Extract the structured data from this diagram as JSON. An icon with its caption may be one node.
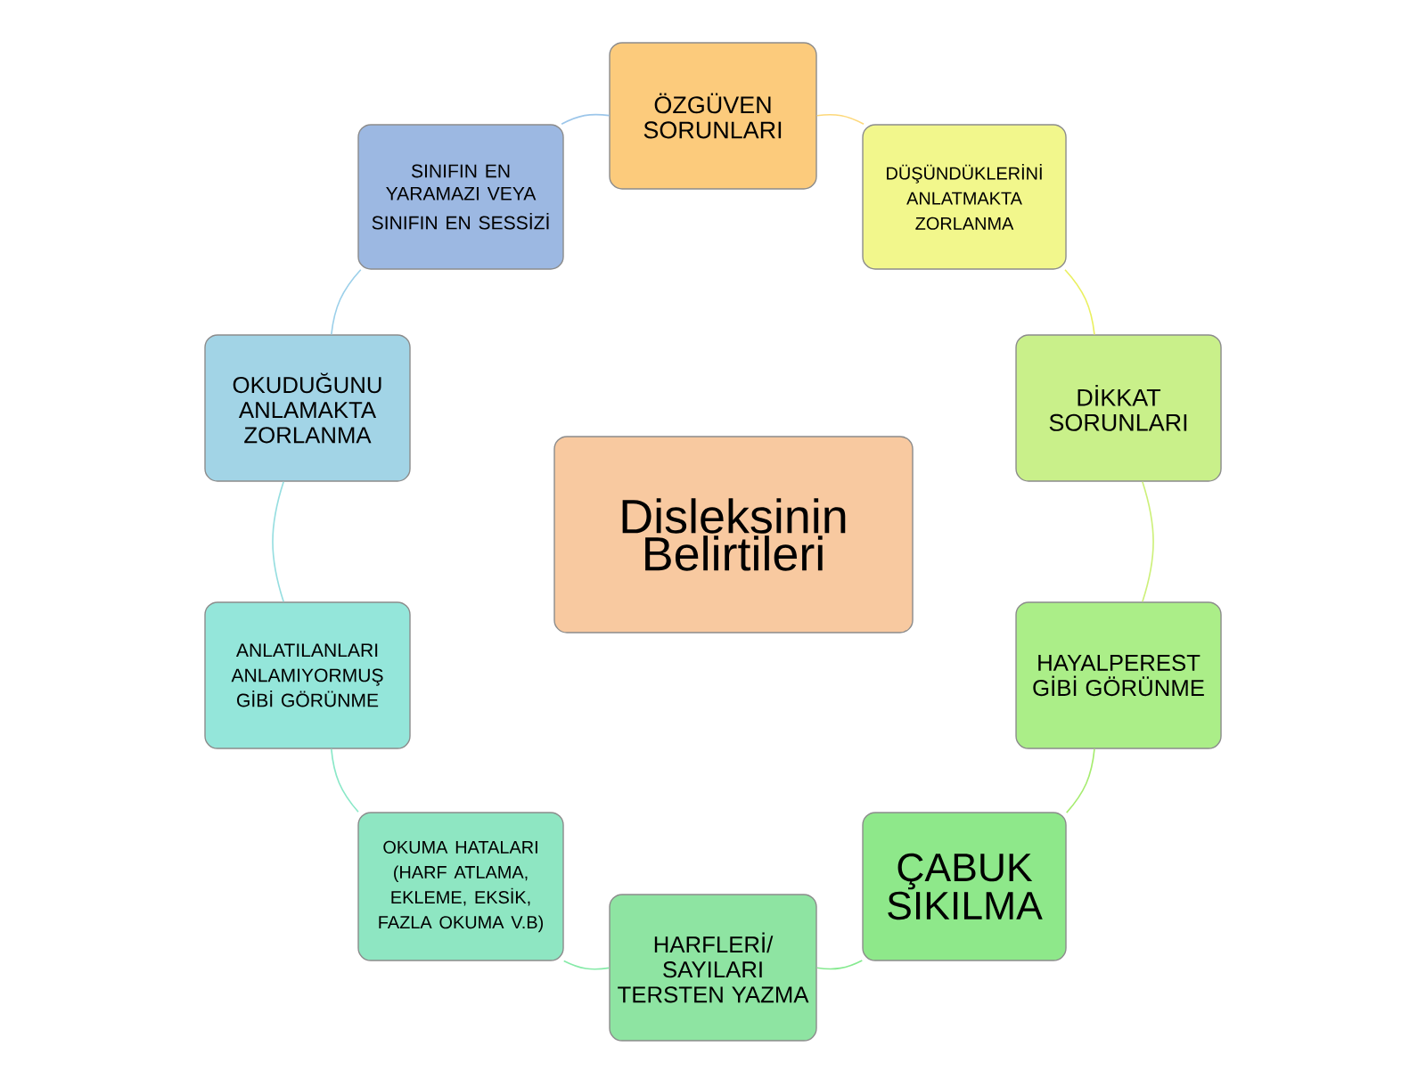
{
  "diagram": {
    "nodes": [
      {
        "text": [
          "Disleksinin Belirtileri"
        ]
      },
      {
        "text": [
          "ÖZGÜVEN SORUNLARI"
        ]
      },
      {
        "text": [
          "DÜŞÜNDÜKLERİNİ ANLATMAKTA ZORLANMA"
        ]
      },
      {
        "text": [
          "DİKKAT SORUNLARI"
        ]
      },
      {
        "text": [
          "HAYALPEREST GİBİ GÖRÜNME"
        ]
      },
      {
        "text": [
          "ÇABUK SIKILMA"
        ]
      },
      {
        "text": [
          "HARFLERİ/ SAYILARI TERSTEN YAZMA"
        ]
      },
      {
        "text": [
          "OKUMA HATALARI (HARF ATLAMA, EKLEME, EKSİK, FAZLA OKUMA V.B)"
        ]
      },
      {
        "text": [
          "ANLATILANLARI ANLAMIYORMUŞ GİBİ GÖRÜNME"
        ]
      },
      {
        "text": [
          "OKUDUĞUNU ANLAMAKTA ZORLANMA"
        ]
      },
      {
        "text": [
          "SINIFIN EN YARAMAZI VEYA",
          "SINIFIN EN SESSİZİ"
        ]
      }
    ],
    "edges": [
      {
        "from": 1,
        "to": 2,
        "arrow": "none",
        "color": "#fdd87a"
      },
      {
        "from": 2,
        "to": 3,
        "arrow": "none",
        "color": "#eaf060"
      },
      {
        "from": 3,
        "to": 4,
        "arrow": "none",
        "color": "#cdf07a"
      },
      {
        "from": 4,
        "to": 5,
        "arrow": "none",
        "color": "#a6ec70"
      },
      {
        "from": 5,
        "to": 6,
        "arrow": "none",
        "color": "#86ea90"
      },
      {
        "from": 6,
        "to": 7,
        "arrow": "none",
        "color": "#86eaa8"
      },
      {
        "from": 7,
        "to": 8,
        "arrow": "none",
        "color": "#8ae8c8"
      },
      {
        "from": 8,
        "to": 9,
        "arrow": "none",
        "color": "#96dee0"
      },
      {
        "from": 9,
        "to": 10,
        "arrow": "none",
        "color": "#9cd0ea"
      },
      {
        "from": 10,
        "to": 1,
        "arrow": "none",
        "color": "#9cc6ea"
      }
    ]
  }
}
